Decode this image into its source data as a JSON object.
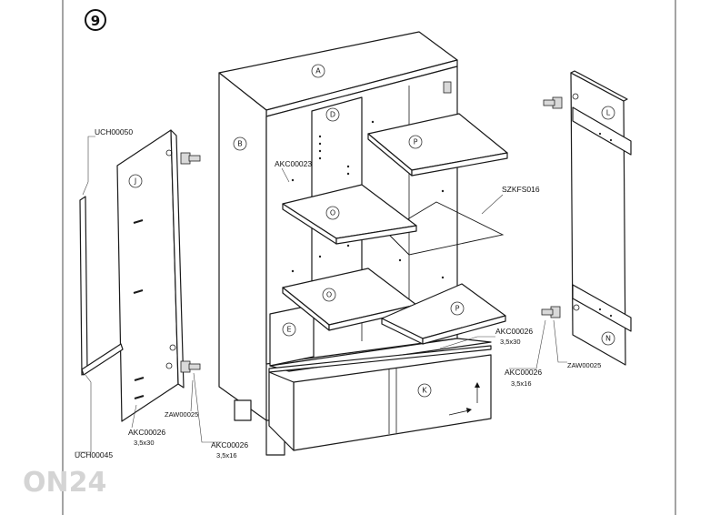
{
  "step": {
    "number": "9"
  },
  "parts": {
    "A": "A",
    "B": "B",
    "D": "D",
    "E": "E",
    "P_top": "P",
    "P_bottom": "P",
    "O_top": "O",
    "O_bottom": "O",
    "J": "J",
    "K": "K",
    "L": "L",
    "N": "N"
  },
  "codes": {
    "uch00050": "UCH00050",
    "uch00045": "UCH00045",
    "akc00023": "AKC00023",
    "szkfs016": "SZKFS016",
    "akc_left_inner": {
      "code": "AKC00026",
      "size": "3,5x30"
    },
    "akc_left_outer": {
      "code": "AKC00026",
      "size": "3,5x16"
    },
    "zaw_left": "ZAW00025",
    "akc_center": {
      "code": "AKC00026",
      "size": "3,5x30"
    },
    "akc_right": {
      "code": "AKC00026",
      "size": "3,5x16"
    },
    "zaw_right": "ZAW00025"
  },
  "watermark": "ON24",
  "colors": {
    "line": "#1a1a1a",
    "hinge_fill": "#d9d9d9",
    "watermark": "#d4d4d4"
  }
}
